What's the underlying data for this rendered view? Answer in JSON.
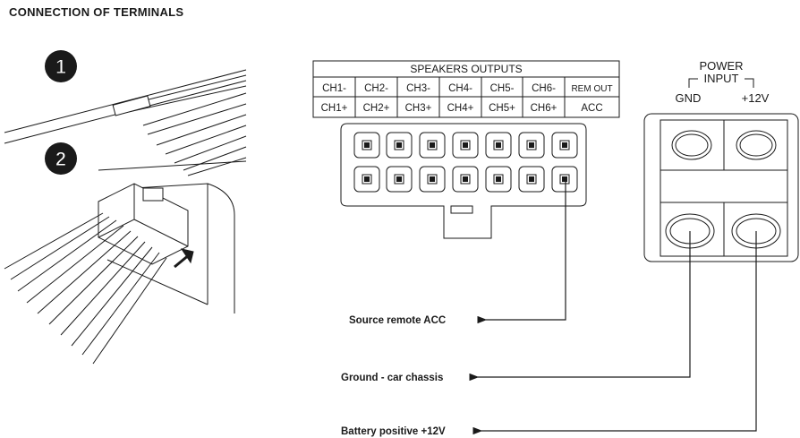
{
  "title": "CONNECTION OF TERMINALS",
  "steps": [
    "1",
    "2"
  ],
  "speakers": {
    "header": "SPEAKERS OUTPUTS",
    "top_row": [
      "CH1-",
      "CH2-",
      "CH3-",
      "CH4-",
      "CH5-",
      "CH6-",
      "REM OUT"
    ],
    "bottom_row": [
      "CH1+",
      "CH2+",
      "CH3+",
      "CH4+",
      "CH5+",
      "CH6+",
      "ACC"
    ]
  },
  "power": {
    "line1": "POWER",
    "line2": "INPUT",
    "gnd": "GND",
    "v12": "+12V"
  },
  "wires": {
    "acc": "Source remote ACC",
    "ground": "Ground - car chassis",
    "battery": "Battery positive +12V"
  }
}
